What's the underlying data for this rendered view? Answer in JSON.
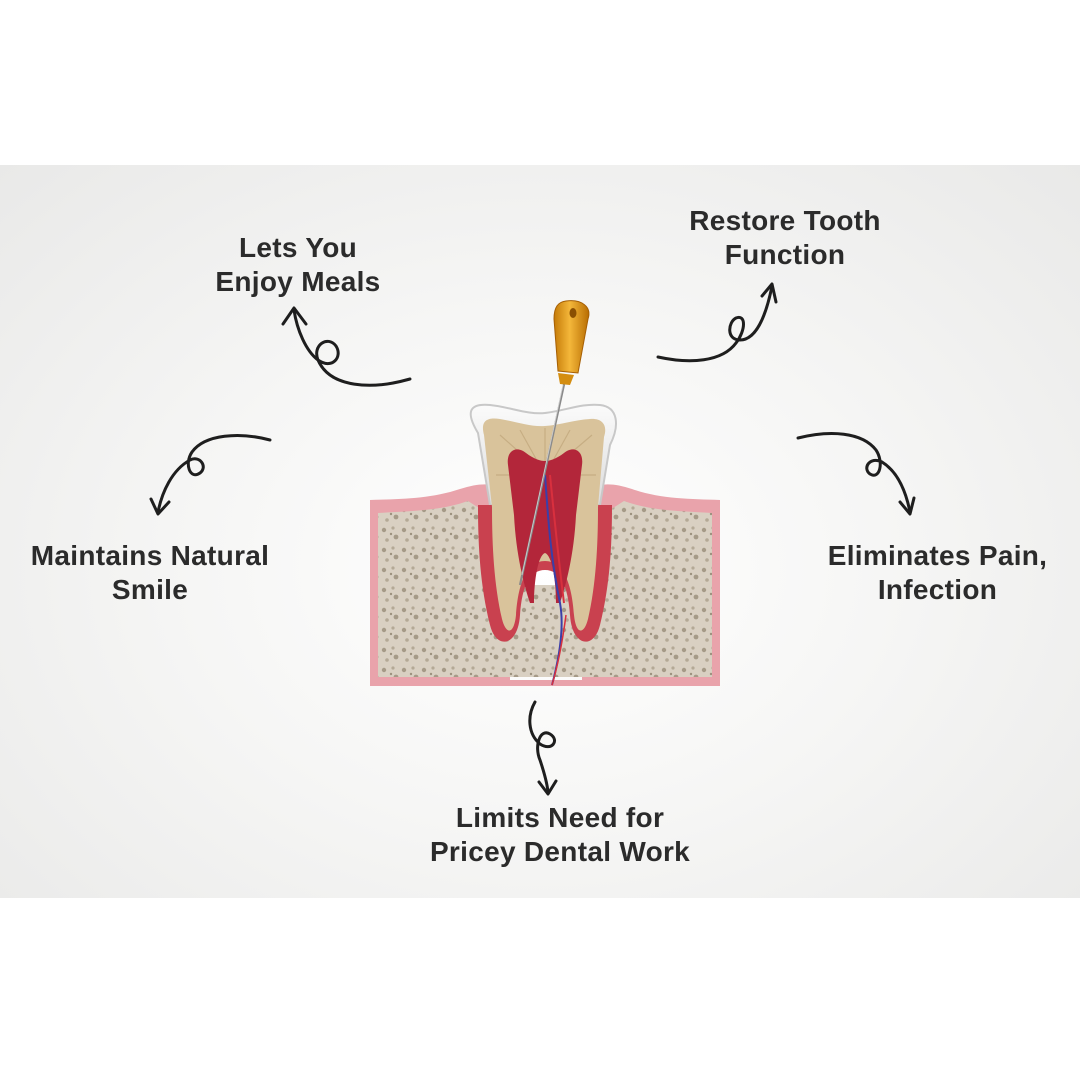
{
  "colors": {
    "text": "#2b2b2b",
    "arrow": "#1e1e1e",
    "gum": "#e79aa3",
    "bone": "#d8cfc0",
    "dentin": "#d8c29a",
    "enamel": "#f1f1f1",
    "pulp": "#b3263a",
    "handle": "#e8a21c"
  },
  "benefits": {
    "meals": {
      "line1": "Lets You",
      "line2": "Enjoy Meals"
    },
    "restore": {
      "line1": "Restore Tooth",
      "line2": "Function"
    },
    "smile": {
      "line1": "Maintains Natural",
      "line2": "Smile"
    },
    "pain": {
      "line1": "Eliminates Pain,",
      "line2": "Infection"
    },
    "limits": {
      "line1": "Limits Need for",
      "line2": "Pricey Dental Work"
    }
  },
  "icons": {
    "arrow": "looped-arrow-icon",
    "illustration": "root-canal-tooth-illustration"
  }
}
